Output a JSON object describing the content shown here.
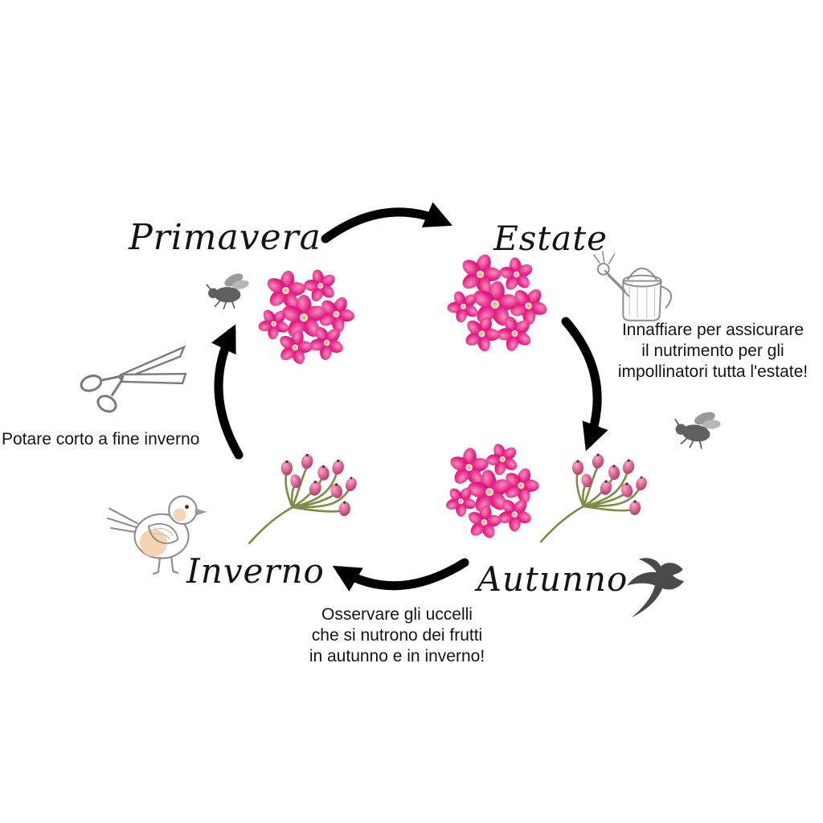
{
  "diagram": {
    "type": "seasonal-cycle",
    "seasons": [
      {
        "id": "primavera",
        "label": "Primavera"
      },
      {
        "id": "estate",
        "label": "Estate"
      },
      {
        "id": "autunno",
        "label": "Autunno"
      },
      {
        "id": "inverno",
        "label": "Inverno"
      }
    ],
    "annotations": {
      "summer": {
        "lines": [
          "Innaffiare per assicurare",
          "il nutrimento per gli",
          "impollinatori tutta l'estate!"
        ]
      },
      "winter_prune": {
        "text": "Potare corto a fine inverno"
      },
      "birds": {
        "lines": [
          "Osservare gli uccelli",
          "che si nutrono dei frutti",
          "in autunno e in inverno!"
        ]
      }
    },
    "icons": [
      "bee-icon",
      "watering-can-icon",
      "fly-icon",
      "scissors-icon",
      "robin-bird-icon",
      "swallow-icon",
      "rose-flowers-illustration",
      "rosehip-berries-illustration"
    ],
    "colors": {
      "flower_pink": "#e0187e",
      "berry_pink": "#cf5382",
      "stem_green": "#7e8c45",
      "arrow_black": "#000000",
      "sketch_gray": "#8a8a8a",
      "text": "#141414"
    }
  }
}
